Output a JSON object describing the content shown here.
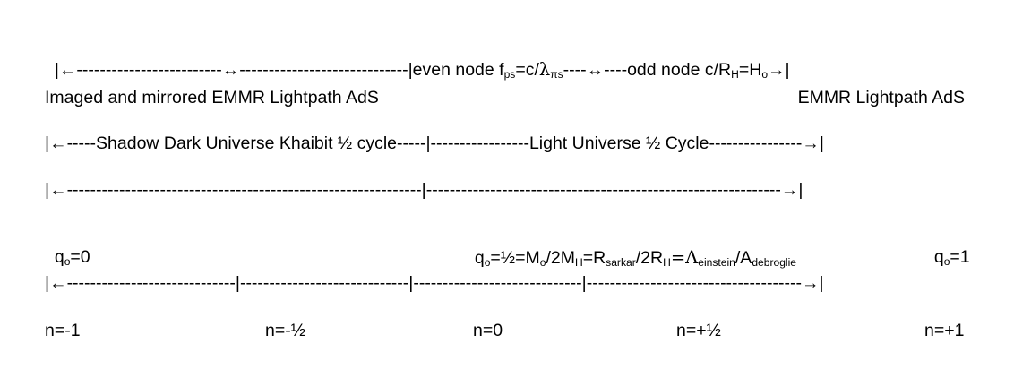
{
  "row1": {
    "left_arrow": "|←-------------------------↔-----------------------------|",
    "even_node_prefix": "even node f",
    "even_node_sub": "ps",
    "even_node_mid": "=c/",
    "lambda": "λ",
    "lambda_sub": "πs",
    "middle_arrow": "----↔----",
    "odd_node_prefix": "odd node c/R",
    "odd_node_sub": "H",
    "odd_node_eq": "=H",
    "odd_node_sub2": "o",
    "end_arrow": "→|"
  },
  "row2": {
    "left_label": "Imaged and mirrored EMMR Lightpath AdS",
    "right_label": "EMMR Lightpath AdS"
  },
  "row3": {
    "text": "|←-----Shadow Dark Universe Khaibit ½ cycle-----|-----------------Light Universe ½ Cycle----------------→|"
  },
  "row4": {
    "text": "|←-------------------------------------------------------------|-------------------------------------------------------------→|"
  },
  "row5": {
    "left_q": "q",
    "left_q_sub": "o",
    "left_q_val": "=0",
    "mid_q": "q",
    "mid_q_sub": "o",
    "mid_eq1": "=½=M",
    "mid_sub1": "o",
    "mid_eq2": "/2M",
    "mid_sub2": "H",
    "mid_eq3": "=R",
    "mid_sub3": "sarkar",
    "mid_eq4": "/2R",
    "mid_sub4": "H",
    "mid_eq5": "=Λ",
    "mid_sub5": "einstein",
    "mid_eq6": "/A",
    "mid_sub6": "debroglie",
    "right_q": "q",
    "right_q_sub": "o",
    "right_q_val": "=1"
  },
  "row6": {
    "text": "|←-----------------------------|-----------------------------|-----------------------------|-------------------------------------→|"
  },
  "row7": {
    "n1": "n=-1",
    "n2": "n=-½",
    "n3": "n=0",
    "n4": "n=+½",
    "n5": "n=+1"
  }
}
